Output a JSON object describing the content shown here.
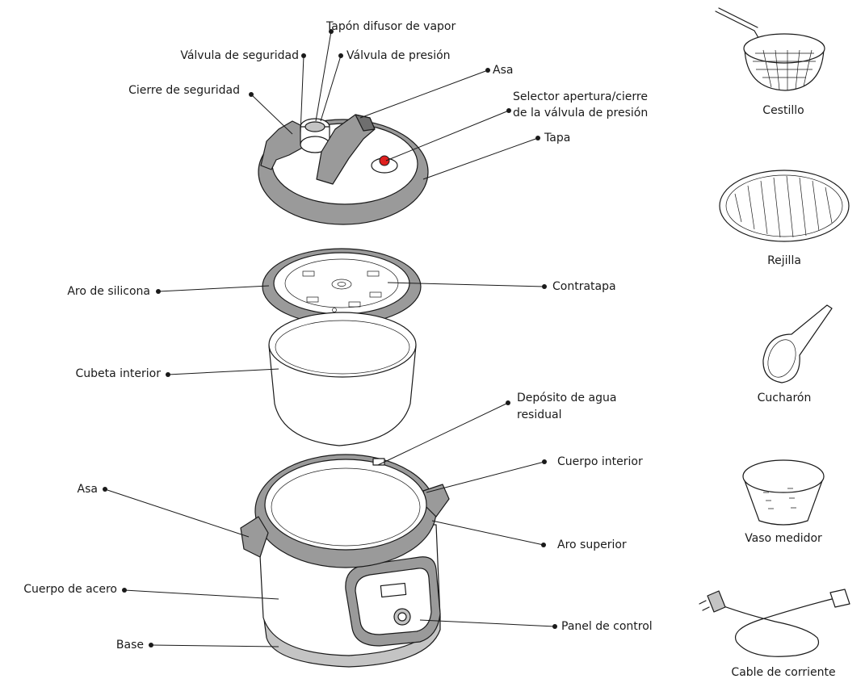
{
  "parts": {
    "tapon_difusor": "Tapón difusor de vapor",
    "valvula_seguridad": "Válvula de seguridad",
    "valvula_presion": "Válvula de presión",
    "asa_tapa": "Asa",
    "cierre_seguridad": "Cierre de seguridad",
    "selector_line1": "Selector apertura/cierre",
    "selector_line2": "de la válvula de presión",
    "tapa": "Tapa",
    "aro_silicona": "Aro de silicona",
    "contratapa": "Contratapa",
    "cubeta_interior": "Cubeta interior",
    "deposito_line1": "Depósito de agua",
    "deposito_line2": "residual",
    "cuerpo_interior": "Cuerpo interior",
    "asa_cuerpo": "Asa",
    "aro_superior": "Aro superior",
    "cuerpo_acero": "Cuerpo de acero",
    "panel_control": "Panel de control",
    "base": "Base"
  },
  "accessories": {
    "cestillo": "Cestillo",
    "rejilla": "Rejilla",
    "cucharon": "Cucharón",
    "vaso_medidor": "Vaso medidor",
    "cable": "Cable de corriente"
  },
  "colors": {
    "lines": "#1a1a1a",
    "gray_dark": "#6f6f6f",
    "gray": "#9a9a9a",
    "gray_light": "#c4c4c4",
    "valve_red": "#e0201f"
  }
}
